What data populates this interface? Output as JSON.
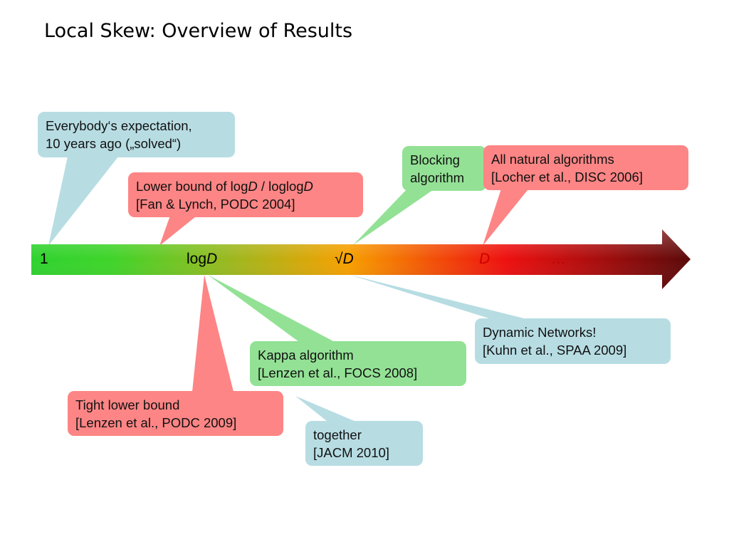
{
  "title": "Local Skew: Overview of Results",
  "axis": {
    "ticks": {
      "one": "1",
      "logD_prefix": "log",
      "logD_var": "D",
      "sqrtD_prefix": "√",
      "sqrtD_var": "D",
      "D": "D",
      "dots": "…"
    },
    "gradient": [
      "#2fd22f",
      "#f7a000",
      "#ee1010",
      "#6a0c0c"
    ]
  },
  "callouts": {
    "expectation": {
      "line1": "Everybody‘s expectation,",
      "line2": "10 years ago („solved“)"
    },
    "lower_bound": {
      "line1_a": "Lower bound of log",
      "line1_b": "D",
      "line1_c": " / loglog",
      "line1_d": "D",
      "line2": "[Fan & Lynch, PODC 2004]"
    },
    "blocking": {
      "line1": "Blocking",
      "line2": "algorithm"
    },
    "natural": {
      "line1": "All natural algorithms",
      "line2": "[Locher et al., DISC 2006]"
    },
    "dynamic": {
      "line1": "Dynamic Networks!",
      "line2": "[Kuhn et al., SPAA 2009]"
    },
    "kappa": {
      "line1": "Kappa algorithm",
      "line2": "[Lenzen et al., FOCS 2008]"
    },
    "tight": {
      "line1": "Tight lower bound",
      "line2": "[Lenzen et al., PODC 2009]"
    },
    "together": {
      "line1": "together",
      "line2": "[JACM 2010]"
    }
  },
  "colors": {
    "blue": "#b7dde3",
    "red": "#fd8585",
    "green": "#93e195"
  }
}
